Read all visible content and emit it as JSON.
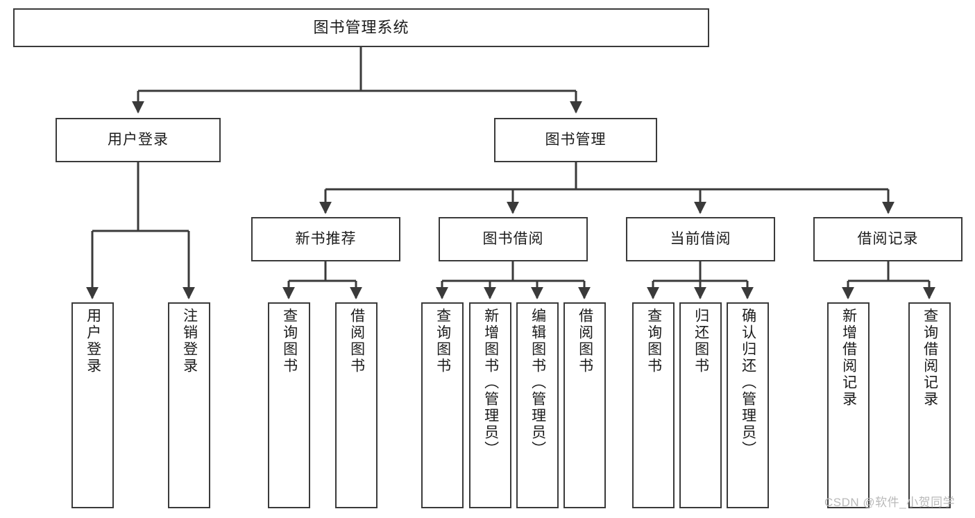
{
  "diagram": {
    "type": "tree-hierarchy-chart",
    "title": "图书管理系统",
    "watermark": "CSDN @软件_小贺同学",
    "colors": {
      "stroke": "#3a3a3a",
      "fill": "#ffffff",
      "text": "#1b1b1b",
      "watermark": "#b9b9b9"
    },
    "nodes": {
      "root": {
        "label": "图书管理系统"
      },
      "level1": [
        {
          "label": "用户登录"
        },
        {
          "label": "图书管理"
        }
      ],
      "level2": [
        {
          "label": "新书推荐"
        },
        {
          "label": "图书借阅"
        },
        {
          "label": "当前借阅"
        },
        {
          "label": "借阅记录"
        }
      ],
      "leaves": [
        {
          "label": "用户登录"
        },
        {
          "label": "注销登录"
        },
        {
          "label": "查询图书"
        },
        {
          "label": "借阅图书"
        },
        {
          "label": "查询图书"
        },
        {
          "label": "新增图书（管理员）"
        },
        {
          "label": "编辑图书（管理员）"
        },
        {
          "label": "借阅图书"
        },
        {
          "label": "查询图书"
        },
        {
          "label": "归还图书"
        },
        {
          "label": "确认归还（管理员）"
        },
        {
          "label": "新增借阅记录"
        },
        {
          "label": "查询借阅记录"
        }
      ]
    }
  }
}
